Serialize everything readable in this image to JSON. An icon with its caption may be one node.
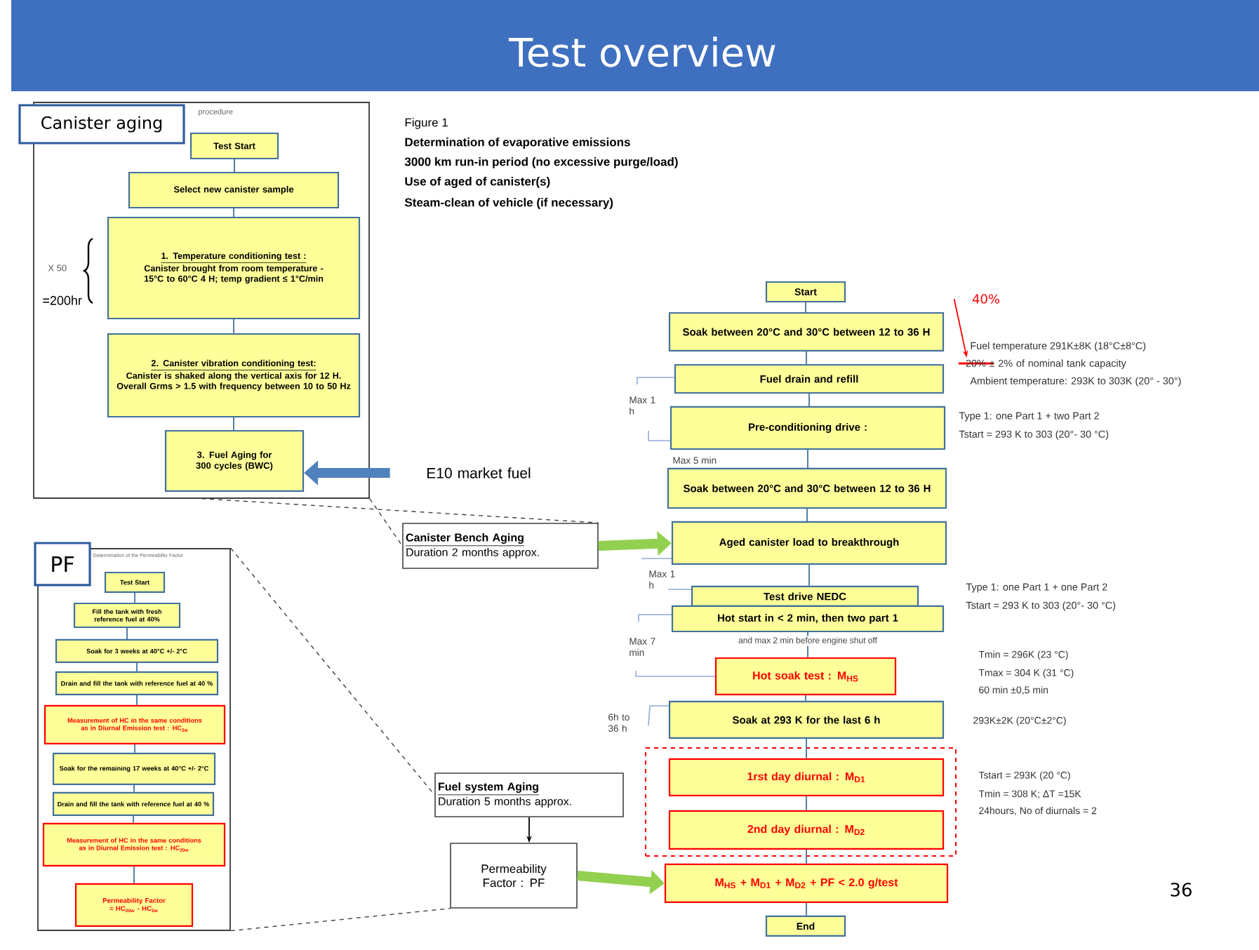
{
  "diagram": {
    "title": "Test overview",
    "nodes": [
      {
        "text": [
          "Canister aging",
          "procedure"
        ]
      },
      {
        "text": [
          "Test Start"
        ],
        "in": 0
      },
      {
        "text": [
          "Select new canister sample"
        ],
        "in": 0
      },
      {
        "text": [
          "1. Temperature conditioning test :",
          "Canister brought from room temperature -15°C to 60°C 4 H; temp gradient ≤ 1°C/min"
        ],
        "in": 0
      },
      {
        "text": [
          "2. Canister vibration conditioning test:",
          "Canister is shaked along the vertical axis for 12 H. Overall Grms > 1.5 with frequency between 10 to 50 Hz"
        ],
        "in": 0
      },
      {
        "text": [
          "3. Fuel Aging for 300 cycles (BWC)"
        ],
        "in": 0
      },
      {
        "text": [
          "E10 market fuel"
        ]
      },
      {
        "text": [
          "PF",
          "Determination of the Permeability Factor"
        ]
      },
      {
        "text": [
          "Test Start"
        ],
        "in": 7
      },
      {
        "text": [
          "Fill the tank with fresh reference fuel at 40%"
        ],
        "in": 7
      },
      {
        "text": [
          "Soak for 3 weeks at 40°C +/- 2°C"
        ],
        "in": 7
      },
      {
        "text": [
          "Drain and fill the tank with reference fuel at 40 %"
        ],
        "in": 7
      },
      {
        "text": [
          "Measurement of HC in the same conditions as in Diurnal Emission test : HC$_{2w}$"
        ],
        "in": 7
      },
      {
        "text": [
          "Soak for the remaining 17 weeks at 40°C +/- 2°C"
        ],
        "in": 7
      },
      {
        "text": [
          "Drain and fill the tank with reference fuel at 40 %"
        ],
        "in": 7
      },
      {
        "text": [
          "Measurement of HC in the same conditions as in Diurnal Emission test : HC$_{20w}$"
        ],
        "in": 7
      },
      {
        "text": [
          "Permeability Factor = HC$_{20w}$ - HC$_{2w}$"
        ],
        "in": 7
      },
      {
        "text": [
          "Canister Bench Aging",
          "Duration 2 months approx."
        ]
      },
      {
        "text": [
          "Fuel system Aging",
          "Duration 5 months approx."
        ]
      },
      {
        "text": [
          "Permeability Factor : PF"
        ]
      },
      {
        "text": [
          "Start"
        ]
      },
      {
        "text": [
          "Soak between 20°C and 30°C between 12 to 36 H"
        ]
      },
      {
        "text": [
          "Fuel drain and refill"
        ]
      },
      {
        "text": [
          "Pre-conditioning drive :"
        ]
      },
      {
        "text": [
          "Soak between 20°C and 30°C between 12 to 36 H"
        ]
      },
      {
        "text": [
          "Aged canister load to breakthrough"
        ]
      },
      {
        "text": [
          "Test drive NEDC"
        ]
      },
      {
        "text": [
          "Hot start in < 2 min, then two part 1"
        ]
      },
      {
        "text": [
          "Hot soak test : M$_{HS}$"
        ]
      },
      {
        "text": [
          "Soak at 293 K for the last 6 h"
        ]
      },
      {
        "text": [],
        "shape": "box"
      },
      {
        "text": [
          "1rst day diurnal : M$_{D1}$"
        ],
        "in": 30
      },
      {
        "text": [
          "2nd day diurnal : M$_{D2}$"
        ],
        "in": 30
      },
      {
        "text": [
          "M$_{HS}$ + M$_{D1}$ + M$_{D2}$ + PF < 2.0 g/test"
        ]
      },
      {
        "text": [
          "End"
        ]
      },
      {
        "text": [
          "40%"
        ]
      },
      {
        "text": [
          "20% ± 2% of nominal tank capacity"
        ]
      }
    ],
    "edges": [
      {
        "from": 1,
        "to": 2,
        "arrow": "none"
      },
      {
        "from": 2,
        "to": 3,
        "arrow": "none"
      },
      {
        "from": 3,
        "to": 4,
        "arrow": "none"
      },
      {
        "from": 4,
        "to": 5,
        "arrow": "none"
      },
      {
        "from": 6,
        "to": 5,
        "arrow": "to",
        "style": "thick",
        "color": "#4f81bd"
      },
      {
        "from": 8,
        "to": 9,
        "arrow": "none"
      },
      {
        "from": 9,
        "to": 10,
        "arrow": "none"
      },
      {
        "from": 10,
        "to": 11,
        "arrow": "none"
      },
      {
        "from": 11,
        "to": 12,
        "arrow": "none"
      },
      {
        "from": 12,
        "to": 13,
        "arrow": "none"
      },
      {
        "from": 13,
        "to": 14,
        "arrow": "none"
      },
      {
        "from": 14,
        "to": 15,
        "arrow": "none"
      },
      {
        "from": 15,
        "to": 16,
        "arrow": "none"
      },
      {
        "from": 0,
        "to": 17,
        "arrow": "none",
        "style": "dashed",
        "color": "#404040"
      },
      {
        "from": 0,
        "to": 17,
        "arrow": "none",
        "style": "dashed",
        "color": "#404040"
      },
      {
        "from": 7,
        "to": 18,
        "arrow": "none",
        "style": "dashed",
        "color": "#404040"
      },
      {
        "from": 7,
        "to": 19,
        "arrow": "none",
        "style": "dashed",
        "color": "#404040"
      },
      {
        "from": 18,
        "to": 19,
        "arrow": "to",
        "color": "#000000"
      },
      {
        "from": 17,
        "to": 25,
        "arrow": "to",
        "style": "thick",
        "color": "#92d050"
      },
      {
        "from": 19,
        "to": 33,
        "arrow": "to",
        "style": "thick",
        "color": "#92d050"
      },
      {
        "from": 20,
        "to": 21,
        "arrow": "none"
      },
      {
        "from": 21,
        "to": 22,
        "arrow": "none"
      },
      {
        "from": 22,
        "to": 23,
        "arrow": "none"
      },
      {
        "from": 23,
        "to": 24,
        "arrow": "none"
      },
      {
        "from": 24,
        "to": 25,
        "arrow": "none"
      },
      {
        "from": 25,
        "to": 26,
        "arrow": "none"
      },
      {
        "from": 27,
        "to": 28,
        "arrow": "none",
        "label": "and max 2 min before engine shut off"
      },
      {
        "from": 28,
        "to": 29,
        "arrow": "none"
      },
      {
        "from": 29,
        "to": 31,
        "arrow": "none"
      },
      {
        "from": 31,
        "to": 32,
        "arrow": "none"
      },
      {
        "from": 32,
        "to": 33,
        "arrow": "none"
      },
      {
        "from": 33,
        "to": 34,
        "arrow": "none"
      },
      {
        "from": 35,
        "to": 36,
        "arrow": "to",
        "color": "#ff0000"
      }
    ],
    "labels": [
      "Figure 1",
      "Determination of evaporative emissions",
      "3000 km run-in period (no excessive purge/load)",
      "Use of aged of canister(s)",
      "Steam-clean of vehicle (if necessary)",
      "X 50",
      "=200hr",
      "Max 1 h",
      "Max 5 min",
      "Fuel temperature 291K±8K (18°C±8°C)",
      "Ambient temperature: 293K to 303K (20° - 30°)",
      "Type 1: one Part 1 + two Part 2",
      "Tstart = 293 K to 303 (20°- 30 °C)",
      "Max 1 h",
      "Type 1: one Part 1 + one Part 2",
      "Tstart = 293 K to 303 (20°- 30 °C)",
      "Max 7 min",
      "Tmin = 296K (23 °C)",
      "Tmax = 304 K (31 °C)",
      "60 min ±0,5 min",
      "6h to 36 h",
      "293K±2K (20°C±2°C)",
      "Tstart = 293K (20 °C)",
      "Tmin = 308 K; ΔT =15K",
      "24hours, No of diurnals = 2",
      "36"
    ]
  }
}
